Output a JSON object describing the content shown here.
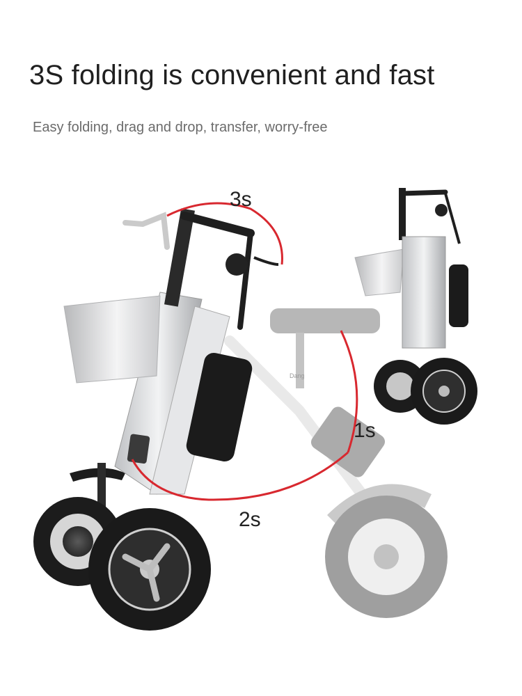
{
  "headline": "3S folding is convenient and fast",
  "subline": "Easy folding, drag and drop, transfer, worry-free",
  "photo": {
    "subject": "scooter",
    "time_labels": {
      "step_3": "3s",
      "step_1": "1s",
      "step_2": "2s"
    },
    "frame_brand_text": "Dang"
  },
  "colors": {
    "arrow": "#d8282f",
    "frame": "#d9dadc",
    "tire": "#1c1c1c",
    "text": "#1f1f1f",
    "subtext": "#6b6b6b"
  }
}
